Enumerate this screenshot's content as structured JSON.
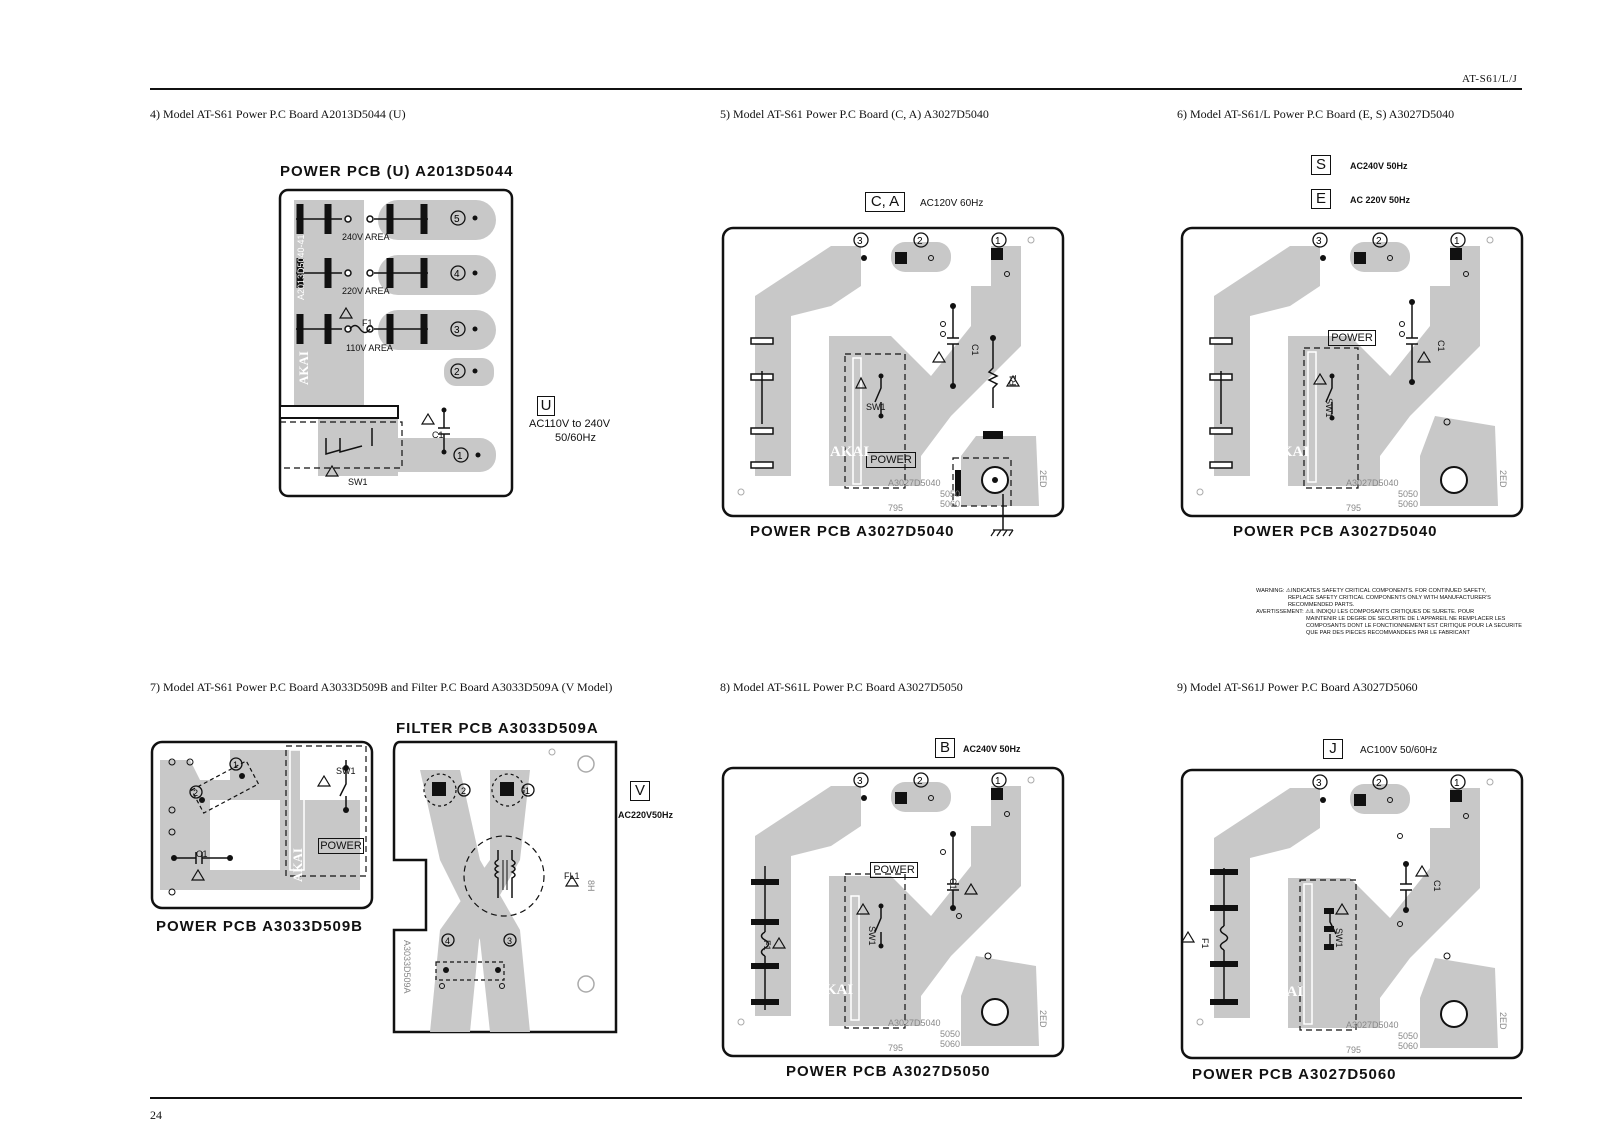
{
  "page_header": "AT-S61/L/J",
  "page_number": "24",
  "captions": {
    "c4": "4) Model AT-S61 Power P.C Board A2013D5044 (U)",
    "c5": "5) Model AT-S61 Power P.C Board (C, A) A3027D5040",
    "c6": "6) Model AT-S61/L Power P.C Board (E, S) A3027D5040",
    "c7": "7) Model AT-S61 Power P.C Board A3033D509B and Filter P.C Board A3033D509A (V Model)",
    "c8": "8) Model AT-S61L Power P.C Board A3027D5050",
    "c9": "9) Model AT-S61J Power P.C Board A3027D5060"
  },
  "board4": {
    "title": "POWER PCB (U) A2013D5044",
    "area_240": "240V AREA",
    "area_220": "220V AREA",
    "area_110": "110V AREA",
    "fuse": "F1",
    "cap": "C1",
    "switch": "SW1",
    "silk": "A2013D5040-41",
    "brand": "AKAI",
    "model_code": "U",
    "spec_line1": "AC110V to 240V",
    "spec_line2": "50/60Hz",
    "pins": [
      "5",
      "4",
      "3",
      "2",
      "1"
    ]
  },
  "board5": {
    "model_code": "C, A",
    "spec": "AC120V 60Hz",
    "title": "POWER PCB   A3027D5040",
    "power_label": "POWER",
    "switch": "SW1",
    "cap": "C1",
    "resistor": "R1",
    "brand": "AKAI",
    "silk_lines": [
      "A3027D5040",
      "5050",
      "5060"
    ],
    "silk_code": "795",
    "side_code": "2ED",
    "pins": [
      "3",
      "2",
      "1"
    ]
  },
  "board6": {
    "code_s": "S",
    "spec_s": "AC240V 50Hz",
    "code_e": "E",
    "spec_e": "AC 220V 50Hz",
    "title": "POWER PCB A3027D5040",
    "power_label": "POWER",
    "switch": "SW1",
    "cap": "C1",
    "brand": "AKAI",
    "silk_lines": [
      "A3027D5040",
      "5050",
      "5060"
    ],
    "silk_code": "795",
    "side_code": "2ED",
    "pins": [
      "3",
      "2",
      "1"
    ]
  },
  "warning": {
    "lines": [
      "WARNING: ⚠INDICATES SAFETY CRITICAL COMPONENTS. FOR CONTINUED SAFETY,",
      "REPLACE SAFETY CRITICAL COMPONENTS ONLY WITH MANUFACTURER'S",
      "RECOMMENDED PARTS.",
      "AVERTISSEMENT: ⚠IL INDIQU LES COMPOSANTS CRITIQUES DE SURETE. POUR",
      "MAINTENIR LE DEGRE DE SECURITE DE L'APPAREIL NE REMPLACER LES",
      "COMPOSANTS DONT LE FONCTIONNEMENT EST CRITIQUE POUR LA SECURITE",
      "QUE PAR DES PIECES RECOMMANDEES PAR LE FABRICANT"
    ]
  },
  "board7": {
    "power_title": "POWER PCB  A3033D509B",
    "filter_title": "FILTER   PCB   A3033D509A",
    "model_code": "V",
    "spec": "AC220V50Hz",
    "power_label": "POWER",
    "switch": "SW1",
    "cap": "C1",
    "filter": "FL1",
    "brand": "AKAI",
    "filter_silk": "A3033D509A",
    "filter_code": "8H",
    "pins_power": [
      "1",
      "2"
    ],
    "pins_filter": [
      "2",
      "1",
      "4",
      "3"
    ]
  },
  "board8": {
    "model_code": "B",
    "spec": "AC240V 50Hz",
    "title": "POWER PCB A3027D5050",
    "power_label": "POWER",
    "switch": "SW1",
    "cap": "C1",
    "fuse": "F1",
    "brand": "AKAI",
    "silk_lines": [
      "A3027D5040",
      "5050",
      "5060"
    ],
    "silk_code": "795",
    "side_code": "2ED",
    "pins": [
      "3",
      "2",
      "1"
    ]
  },
  "board9": {
    "model_code": "J",
    "spec": "AC100V 50/60Hz",
    "title": "POWER PCB  A3027D5060",
    "switch": "SW1",
    "cap": "C1",
    "fuse": "F1",
    "brand": "AKAI",
    "silk_lines": [
      "A3027D5040",
      "5050",
      "5060"
    ],
    "silk_code": "795",
    "side_code": "2ED",
    "pins": [
      "3",
      "2",
      "1"
    ]
  }
}
